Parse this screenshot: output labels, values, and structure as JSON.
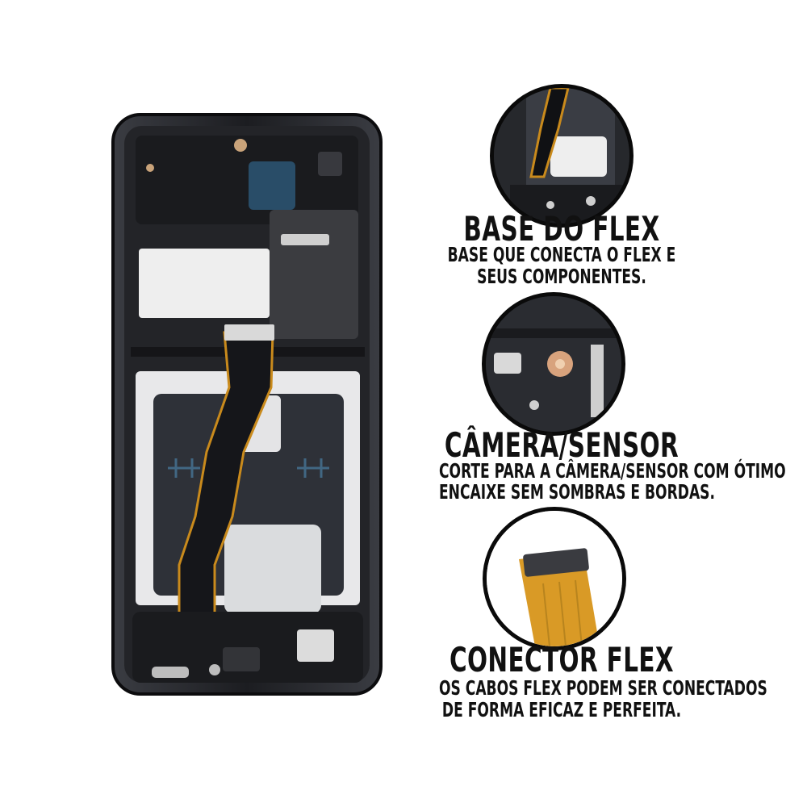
{
  "product_image": {
    "icon": "phone-frame-with-flex-cable"
  },
  "features": [
    {
      "title": "BASE DO FLEX",
      "description_lines": [
        "BASE QUE CONECTA O FLEX E",
        "SEUS COMPONENTES."
      ],
      "image_icon": "flex-base-closeup"
    },
    {
      "title": "CÂMERA/SENSOR",
      "description_lines": [
        "CORTE PARA A CÂMERA/SENSOR COM ÓTIMO",
        "ENCAIXE SEM SOMBRAS E BORDAS."
      ],
      "image_icon": "camera-sensor-closeup"
    },
    {
      "title": "CONECTOR FLEX",
      "description_lines": [
        "OS CABOS FLEX PODEM SER CONECTADOS",
        "DE FORMA EFICAZ E PERFEITA."
      ],
      "image_icon": "flex-connector-closeup"
    }
  ],
  "colors": {
    "frame": "#1c1d21",
    "flex": "#c98a1c",
    "text": "#111111"
  }
}
